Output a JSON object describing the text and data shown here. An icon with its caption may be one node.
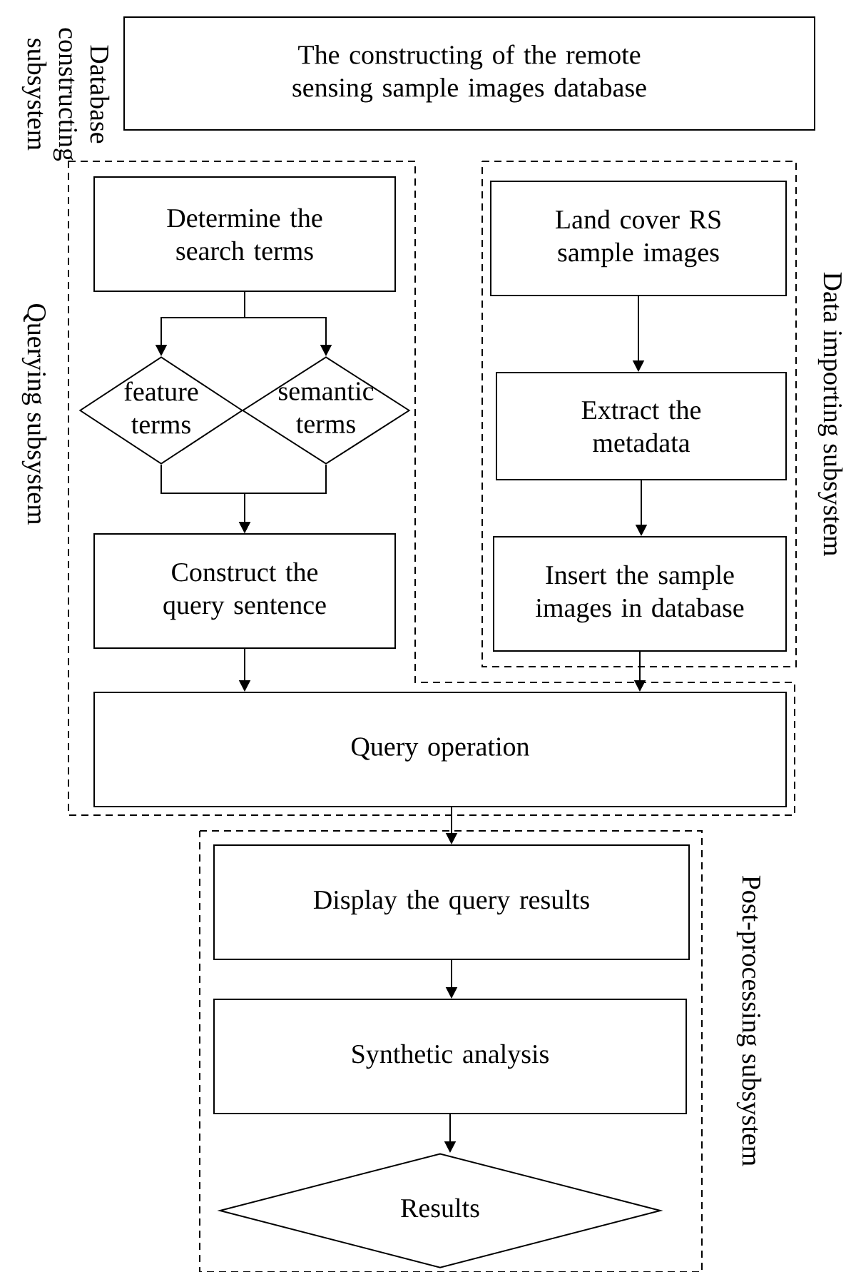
{
  "diagram": {
    "nodes": [
      {
        "text": [
          "The constructing of the remote sensing sample images database"
        ],
        "beside": [
          "Database constructing subsystem"
        ]
      },
      {
        "text": [
          "Querying subsystem"
        ]
      },
      {
        "text": [
          "Data importing subsystem"
        ]
      },
      {
        "text": [
          "Post-processing subsystem"
        ]
      },
      {
        "text": [
          "Determine the search terms"
        ],
        "in": 1
      },
      {
        "text": [
          "feature terms"
        ],
        "in": 1
      },
      {
        "text": [
          "semantic terms"
        ],
        "in": 1
      },
      {
        "text": [
          "Construct the query sentence"
        ],
        "in": 1
      },
      {
        "text": [
          "Land cover RS sample images"
        ],
        "in": 2
      },
      {
        "text": [
          "Extract the metadata"
        ],
        "in": 2
      },
      {
        "text": [
          "Insert the sample images in database"
        ],
        "in": 2
      },
      {
        "text": [
          "Query operation"
        ],
        "in": 1
      },
      {
        "text": [
          "Display the query results"
        ],
        "in": 3
      },
      {
        "text": [
          "Synthetic analysis"
        ],
        "in": 3
      },
      {
        "text": [
          "Results"
        ],
        "in": 3
      }
    ],
    "edges": [
      {
        "from": 4,
        "to": 5,
        "arrow": "to"
      },
      {
        "from": 4,
        "to": 6,
        "arrow": "to"
      },
      {
        "from": 5,
        "to": 7,
        "arrow": "to"
      },
      {
        "from": 6,
        "to": 7,
        "arrow": "to"
      },
      {
        "from": 7,
        "to": 11,
        "arrow": "to"
      },
      {
        "from": 8,
        "to": 9,
        "arrow": "to"
      },
      {
        "from": 9,
        "to": 10,
        "arrow": "to"
      },
      {
        "from": 10,
        "to": 11,
        "arrow": "to"
      },
      {
        "from": 11,
        "to": 12,
        "arrow": "to"
      },
      {
        "from": 12,
        "to": 13,
        "arrow": "to"
      },
      {
        "from": 13,
        "to": 14,
        "arrow": "to"
      }
    ]
  }
}
